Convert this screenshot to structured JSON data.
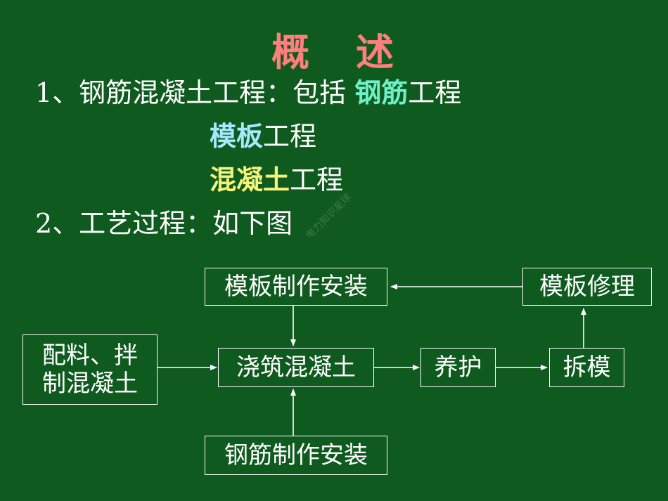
{
  "title": {
    "part1": "概",
    "part2": "述"
  },
  "item1": {
    "prefix": "1、钢筋混凝土工程：包括",
    "line1_hl": "钢筋",
    "line1_rest": "工程",
    "line2_hl": "模板",
    "line2_rest": "工程",
    "line3_hl": "混凝土",
    "line3_rest": "工程"
  },
  "item2": {
    "text": "2、工艺过程：如下图"
  },
  "flow": {
    "formwork_install": "模板制作安装",
    "formwork_repair": "模板修理",
    "mix_line1": "配料、拌",
    "mix_line2": "制混凝土",
    "pour": "浇筑混凝土",
    "cure": "养护",
    "demold": "拆模",
    "rebar_install": "钢筋制作安装"
  },
  "watermark": "电力知识星球",
  "colors": {
    "background": "#0f5a1e",
    "title": "#ff7f7f",
    "rebar": "#6ff0c8",
    "formwork": "#a8e8ff",
    "concrete": "#f4f27a"
  }
}
